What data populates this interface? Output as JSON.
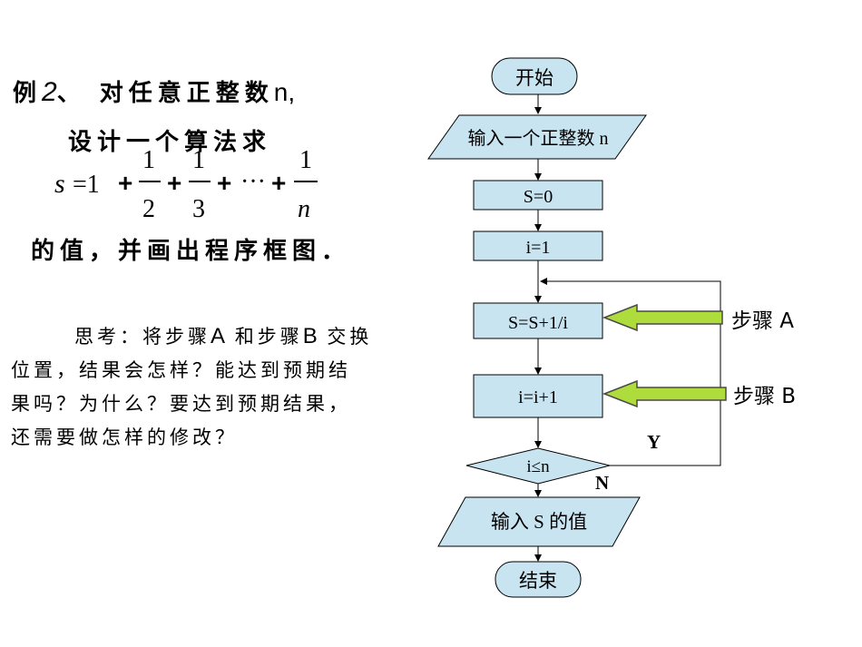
{
  "problem": {
    "line1_prefix": "例",
    "line1_num": "2",
    "line1_mid": "、 对任意正整数",
    "line1_var": "n,",
    "line2": "设计一个算法求",
    "formula": {
      "s": "s",
      "eq": "=1",
      "plus": "+",
      "dots": "···",
      "one": "1",
      "d1": "2",
      "d2": "3",
      "dn": "n"
    },
    "line3": "的值，并画出程序框图．"
  },
  "think": {
    "l1_a": "思考：将步骤",
    "l1_A": "A",
    "l1_b": "和步骤",
    "l1_B": "B",
    "l1_c": "交换",
    "l2": "位置，结果会怎样？能达到预期结",
    "l3": "果吗？为什么？要达到预期结果，",
    "l4": "还需要做怎样的修改？"
  },
  "flowchart": {
    "start": "开始",
    "input": "输入一个正整数 n",
    "s_init": "S=0",
    "i_init": "i=1",
    "step_a_box": "S=S+1/i",
    "step_b_box": "i=i+1",
    "condition": "i≤n",
    "yes": "Y",
    "no": "N",
    "output": "输入 S 的值",
    "end": "结束",
    "label_a": "步骤 A",
    "label_b": "步骤 B"
  },
  "colors": {
    "box_fill": "#c8e4f0",
    "box_stroke": "#000000",
    "arrow_fill": "#aedc3c",
    "arrow_stroke": "#4a4a4a"
  }
}
